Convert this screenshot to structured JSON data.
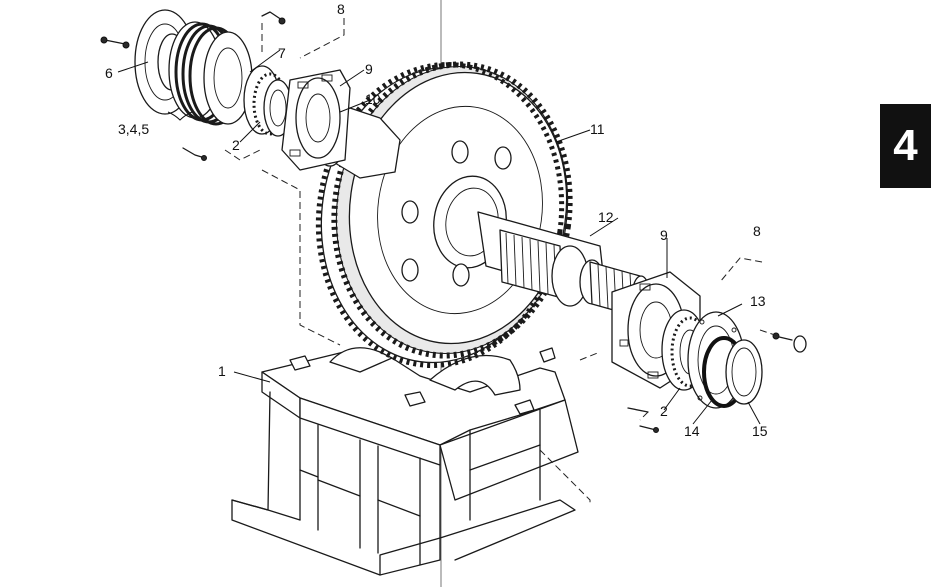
{
  "section_tab": {
    "label": "4"
  },
  "callouts": [
    {
      "id": "c8a",
      "text": "8"
    },
    {
      "id": "c7",
      "text": "7"
    },
    {
      "id": "c6",
      "text": "6"
    },
    {
      "id": "c9a",
      "text": "9"
    },
    {
      "id": "c10",
      "text": "10"
    },
    {
      "id": "c2a",
      "text": "2"
    },
    {
      "id": "c345",
      "text": "3,4,5"
    },
    {
      "id": "c11",
      "text": "11"
    },
    {
      "id": "c12",
      "text": "12"
    },
    {
      "id": "c9b",
      "text": "9"
    },
    {
      "id": "c8b",
      "text": "8"
    },
    {
      "id": "c13",
      "text": "13"
    },
    {
      "id": "c1",
      "text": "1"
    },
    {
      "id": "c2b",
      "text": "2"
    },
    {
      "id": "c14",
      "text": "14"
    },
    {
      "id": "c15",
      "text": "15"
    }
  ]
}
